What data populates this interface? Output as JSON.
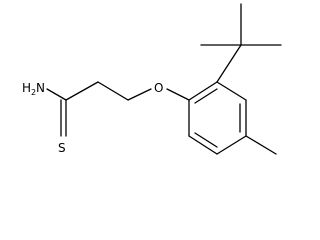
{
  "molecule": {
    "atoms": {
      "amine_h": "H",
      "amine_sub": "2",
      "amine_n": "N",
      "sulfur": "S",
      "oxygen": "O"
    }
  }
}
